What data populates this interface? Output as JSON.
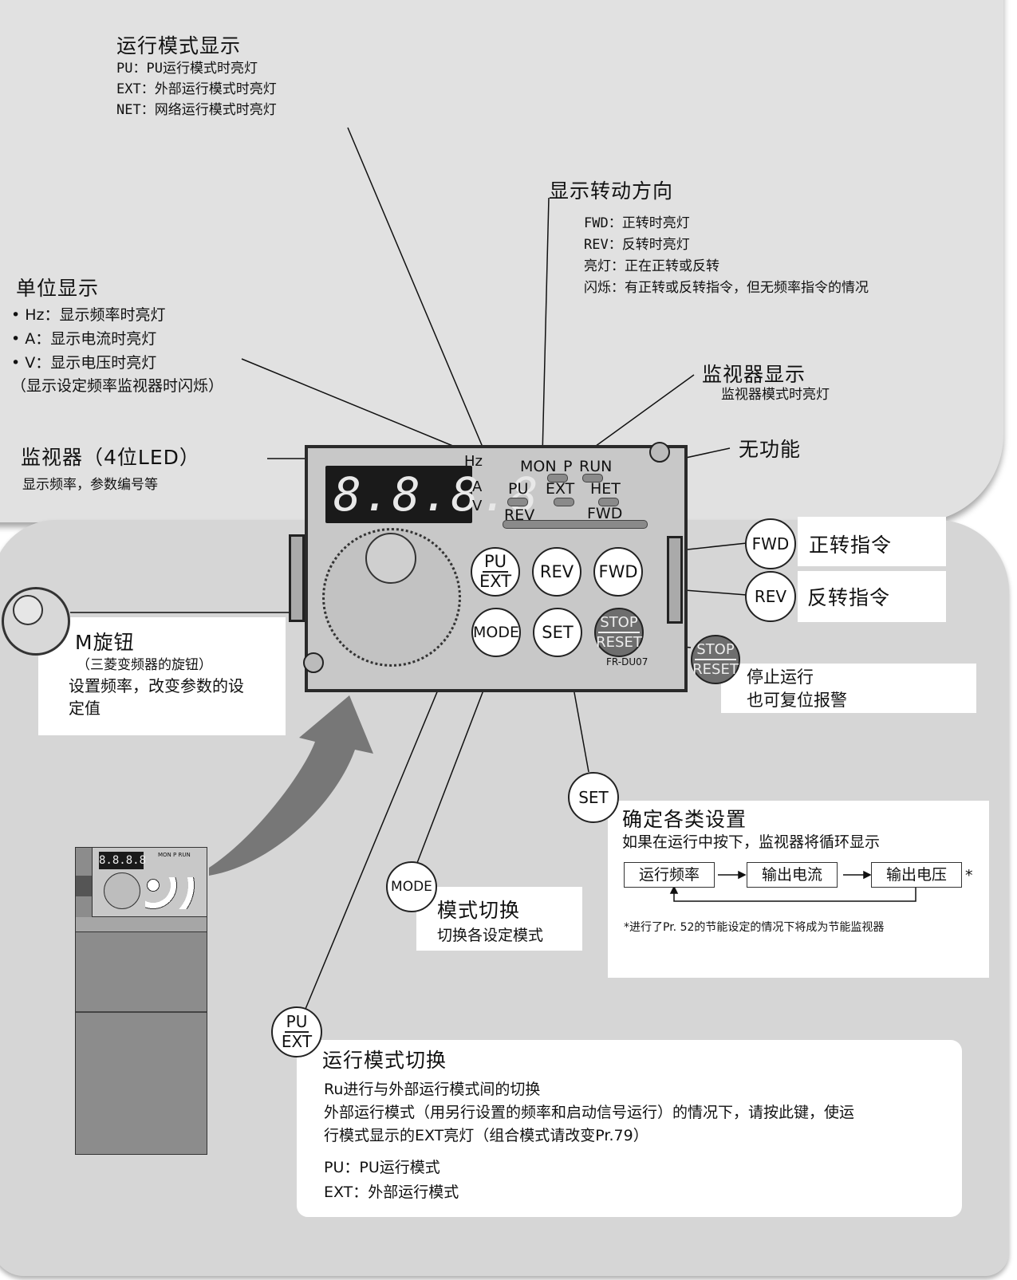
{
  "run_mode_display": {
    "title": "运行模式显示",
    "lines": [
      "PU：PU运行模式时亮灯",
      "EXT：外部运行模式时亮灯",
      "NET：网络运行模式时亮灯"
    ]
  },
  "rotation_display": {
    "title": "显示转动方向",
    "lines": [
      "FWD：正转时亮灯",
      "REV：反转时亮灯",
      "亮灯：正在正转或反转",
      "闪烁：有正转或反转指令，但无频率指令的情况"
    ]
  },
  "unit_display": {
    "title": "单位显示",
    "lines": [
      "• Hz：显示频率时亮灯",
      "• A：显示电流时亮灯",
      "• V：显示电压时亮灯",
      "（显示设定频率监视器时闪烁）"
    ]
  },
  "monitor_indicator": {
    "title": "监视器显示",
    "line": "监视器模式时亮灯"
  },
  "no_function": {
    "title": "无功能"
  },
  "monitor_led": {
    "title": "监视器（4位LED）",
    "line": "显示频率，参数编号等"
  },
  "panel": {
    "led_value": "8.8.8.8",
    "unit_hz": "Hz",
    "unit_a": "A",
    "unit_v": "V",
    "mon": "MON",
    "p": "P",
    "run": "RUN",
    "pu": "PU",
    "ext": "EXT",
    "net": "HET",
    "rev_lamp": "REV",
    "fwd_lamp": "FWD",
    "model": "FR-DU07",
    "btn_pu": "PU",
    "btn_ext": "EXT",
    "btn_rev": "REV",
    "btn_fwd": "FWD",
    "btn_mode": "MODE",
    "btn_set": "SET",
    "btn_stop": "STOP",
    "btn_reset": "RESET"
  },
  "fwd_callout": {
    "button": "FWD",
    "label": "正转指令"
  },
  "rev_callout": {
    "button": "REV",
    "label": "反转指令"
  },
  "stop_callout": {
    "button_top": "STOP",
    "button_bottom": "RESET",
    "lines": [
      "停止运行",
      "也可复位报警"
    ]
  },
  "knob_callout": {
    "title": "M旋钮",
    "lines": [
      "（三菱变频器的旋钮）",
      "设置频率，改变参数的设",
      "定值"
    ]
  },
  "set_callout": {
    "button": "SET",
    "title": "确定各类设置",
    "line": "如果在运行中按下，监视器将循环显示",
    "flow": [
      "运行频率",
      "输出电流",
      "输出电压"
    ],
    "asterisk": "*",
    "note": "*进行了Pr. 52的节能设定的情况下将成为节能监视器"
  },
  "mode_callout": {
    "button": "MODE",
    "title": "模式切换",
    "line": "切换各设定模式"
  },
  "pu_ext_callout": {
    "button_top": "PU",
    "button_bottom": "EXT",
    "title": "运行模式切换",
    "lines": [
      "Ru进行与外部运行模式间的切换",
      "外部运行模式（用另行设置的频率和启动信号运行）的情况下，请按此键，使运",
      "行模式显示的EXT亮灯（组合模式请改变Pr.79）"
    ],
    "modes": [
      "PU：PU运行模式",
      "EXT：外部运行模式"
    ]
  },
  "inverter": {
    "led_value": "8.8.8.8",
    "mon_run": "MON P RUN"
  },
  "colors": {
    "top_bg": "#e1e1e1",
    "bottom_bg": "#d6d6d6",
    "panel": "#c8c8c8",
    "stop_button": "#6e6e6e"
  }
}
